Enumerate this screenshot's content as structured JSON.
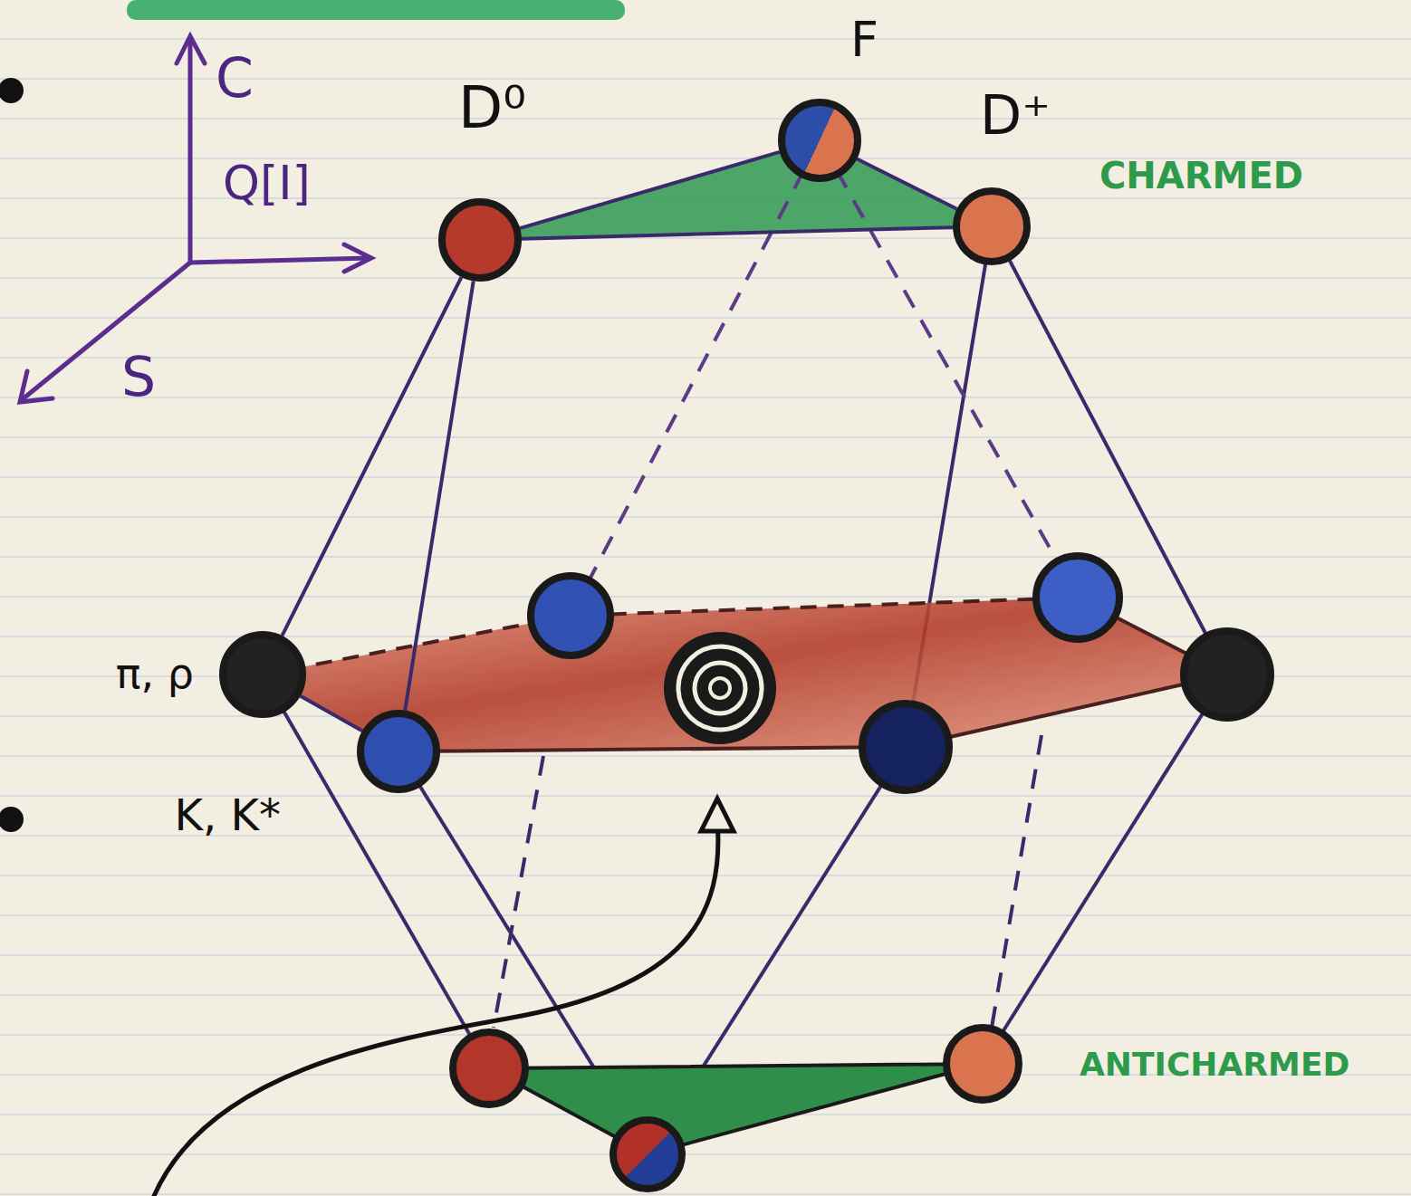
{
  "diagram": {
    "nodes": [
      {
        "text": [
          "D⁰"
        ]
      },
      {
        "text": [
          "F"
        ]
      },
      {
        "text": [
          "D⁺"
        ]
      },
      {
        "text": [
          "π, ρ"
        ]
      },
      {
        "text": [
          "K, K*"
        ]
      }
    ],
    "edges": [
      {
        "from": 0,
        "to": 1,
        "arrow": "none"
      },
      {
        "from": 1,
        "to": 2,
        "arrow": "none"
      },
      {
        "from": 0,
        "to": 2,
        "arrow": "none"
      },
      {
        "from": 0,
        "to": 3,
        "arrow": "none"
      },
      {
        "from": 0,
        "to": 4,
        "arrow": "none"
      },
      {
        "from": 3,
        "to": 4,
        "arrow": "none"
      }
    ],
    "labels": [
      "C",
      "Q[I]",
      "S",
      "CHARMED",
      "ANTICHARMED"
    ]
  }
}
